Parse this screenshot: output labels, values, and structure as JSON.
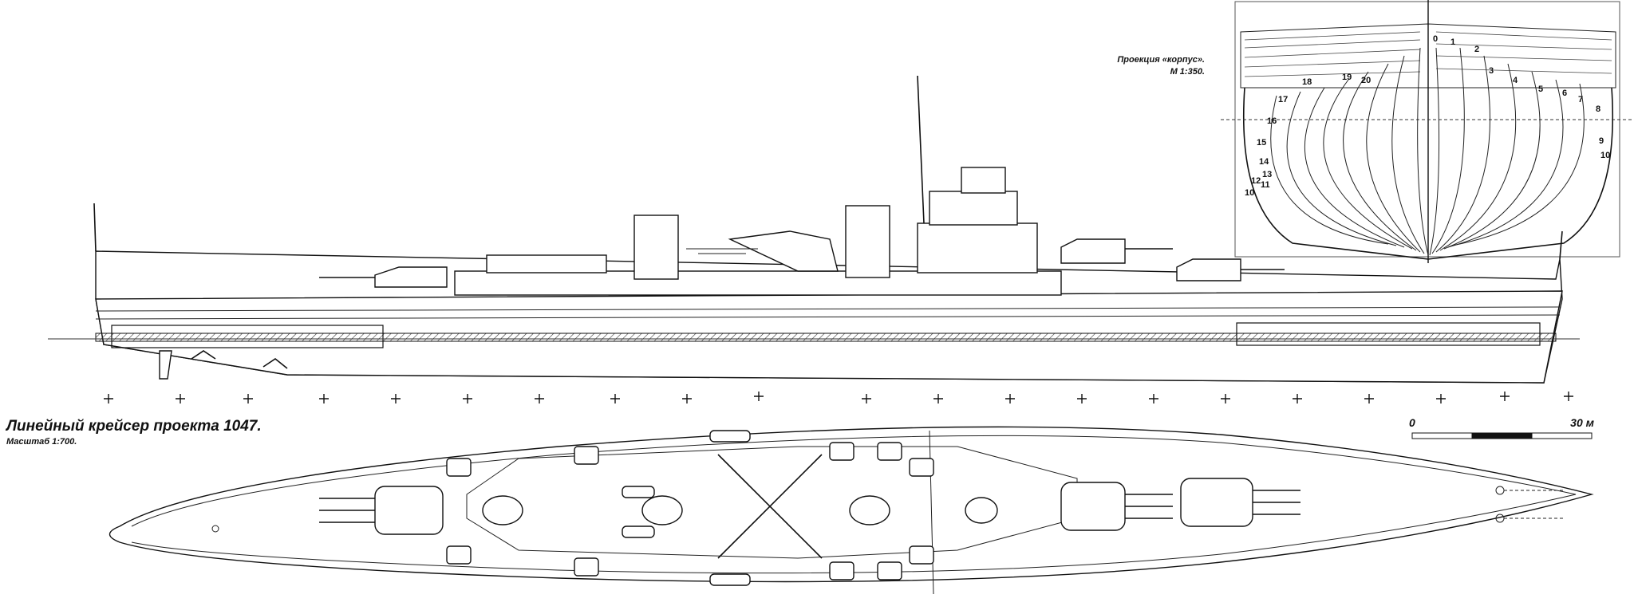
{
  "body_plan": {
    "title": "Проекция «корпус».",
    "scale": "М 1:350.",
    "aft_stations": [
      "20",
      "19",
      "18",
      "17",
      "16",
      "15",
      "14",
      "13",
      "12",
      "11",
      "10"
    ],
    "fore_stations": [
      "0",
      "1",
      "2",
      "3",
      "4",
      "5",
      "6",
      "7",
      "8",
      "9",
      "10"
    ]
  },
  "caption": {
    "title": "Линейный крейсер проекта 1047.",
    "scale": "Масштаб 1:700."
  },
  "scale_bar": {
    "start": "0",
    "end": "30 м"
  }
}
